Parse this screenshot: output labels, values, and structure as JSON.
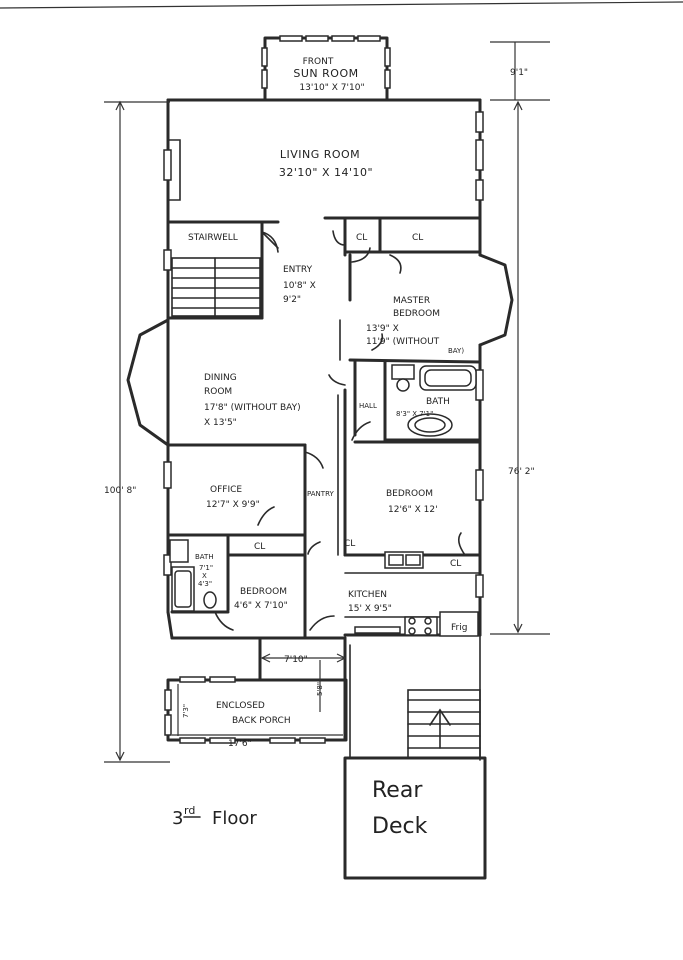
{
  "rooms": {
    "sun_room_line1": "FRONT",
    "sun_room_line2": "SUN ROOM",
    "sun_room_dim": "13'10\" X 7'10\"",
    "living_room": "LIVING ROOM",
    "living_room_dim": "32'10\" X 14'10\"",
    "stairwell": "STAIRWELL",
    "closet_1": "CL",
    "closet_2": "CL",
    "entry": "ENTRY",
    "entry_dim_1": "10'8\" X",
    "entry_dim_2": "9'2\"",
    "master_line1": "MASTER",
    "master_line2": "BEDROOM",
    "master_dim_1": "13'9\" X",
    "master_dim_2": "11'9\" (WITHOUT",
    "master_dim_3": "BAY)",
    "dining_line1": "DINING",
    "dining_line2": "ROOM",
    "dining_dim_1": "17'8\" (WITHOUT BAY)",
    "dining_dim_2": "X 13'5\"",
    "hall": "HALL",
    "bath_1": "BATH",
    "bath_1_dim": "8'3\" X 7'1\"",
    "office": "OFFICE",
    "office_dim": "12'7\" X 9'9\"",
    "pantry": "PANTRY",
    "bedroom_2": "BEDROOM",
    "bedroom_2_dim": "12'6\" X 12'",
    "closet_3": "CL",
    "closet_4": "CL",
    "closet_5": "CL",
    "bath_2": "BATH",
    "bath_2_dim_1": "7'1\"",
    "bath_2_dim_2": "X",
    "bath_2_dim_3": "4'3\"",
    "bedroom_3": "BEDROOM",
    "bedroom_3_dim": "4'6\" X 7'10\"",
    "kitchen": "KITCHEN",
    "kitchen_dim": "15' X 9'5\"",
    "frig": "Frig",
    "porch_line1": "ENCLOSED",
    "porch_line2": "BACK PORCH",
    "rear_deck_line1": "Rear",
    "rear_deck_line2": "Deck"
  },
  "dimensions": {
    "sunroom_depth": "9'1\"",
    "overall_length": "100' 8\"",
    "right_length": "76' 2\"",
    "porch_link_width": "7'10\"",
    "porch_link_depth": "5'8\"",
    "porch_depth": "7'3\"",
    "porch_width": "17'6\""
  },
  "floor_label": {
    "number": "3",
    "suffix": "rd",
    "word": "Floor"
  }
}
